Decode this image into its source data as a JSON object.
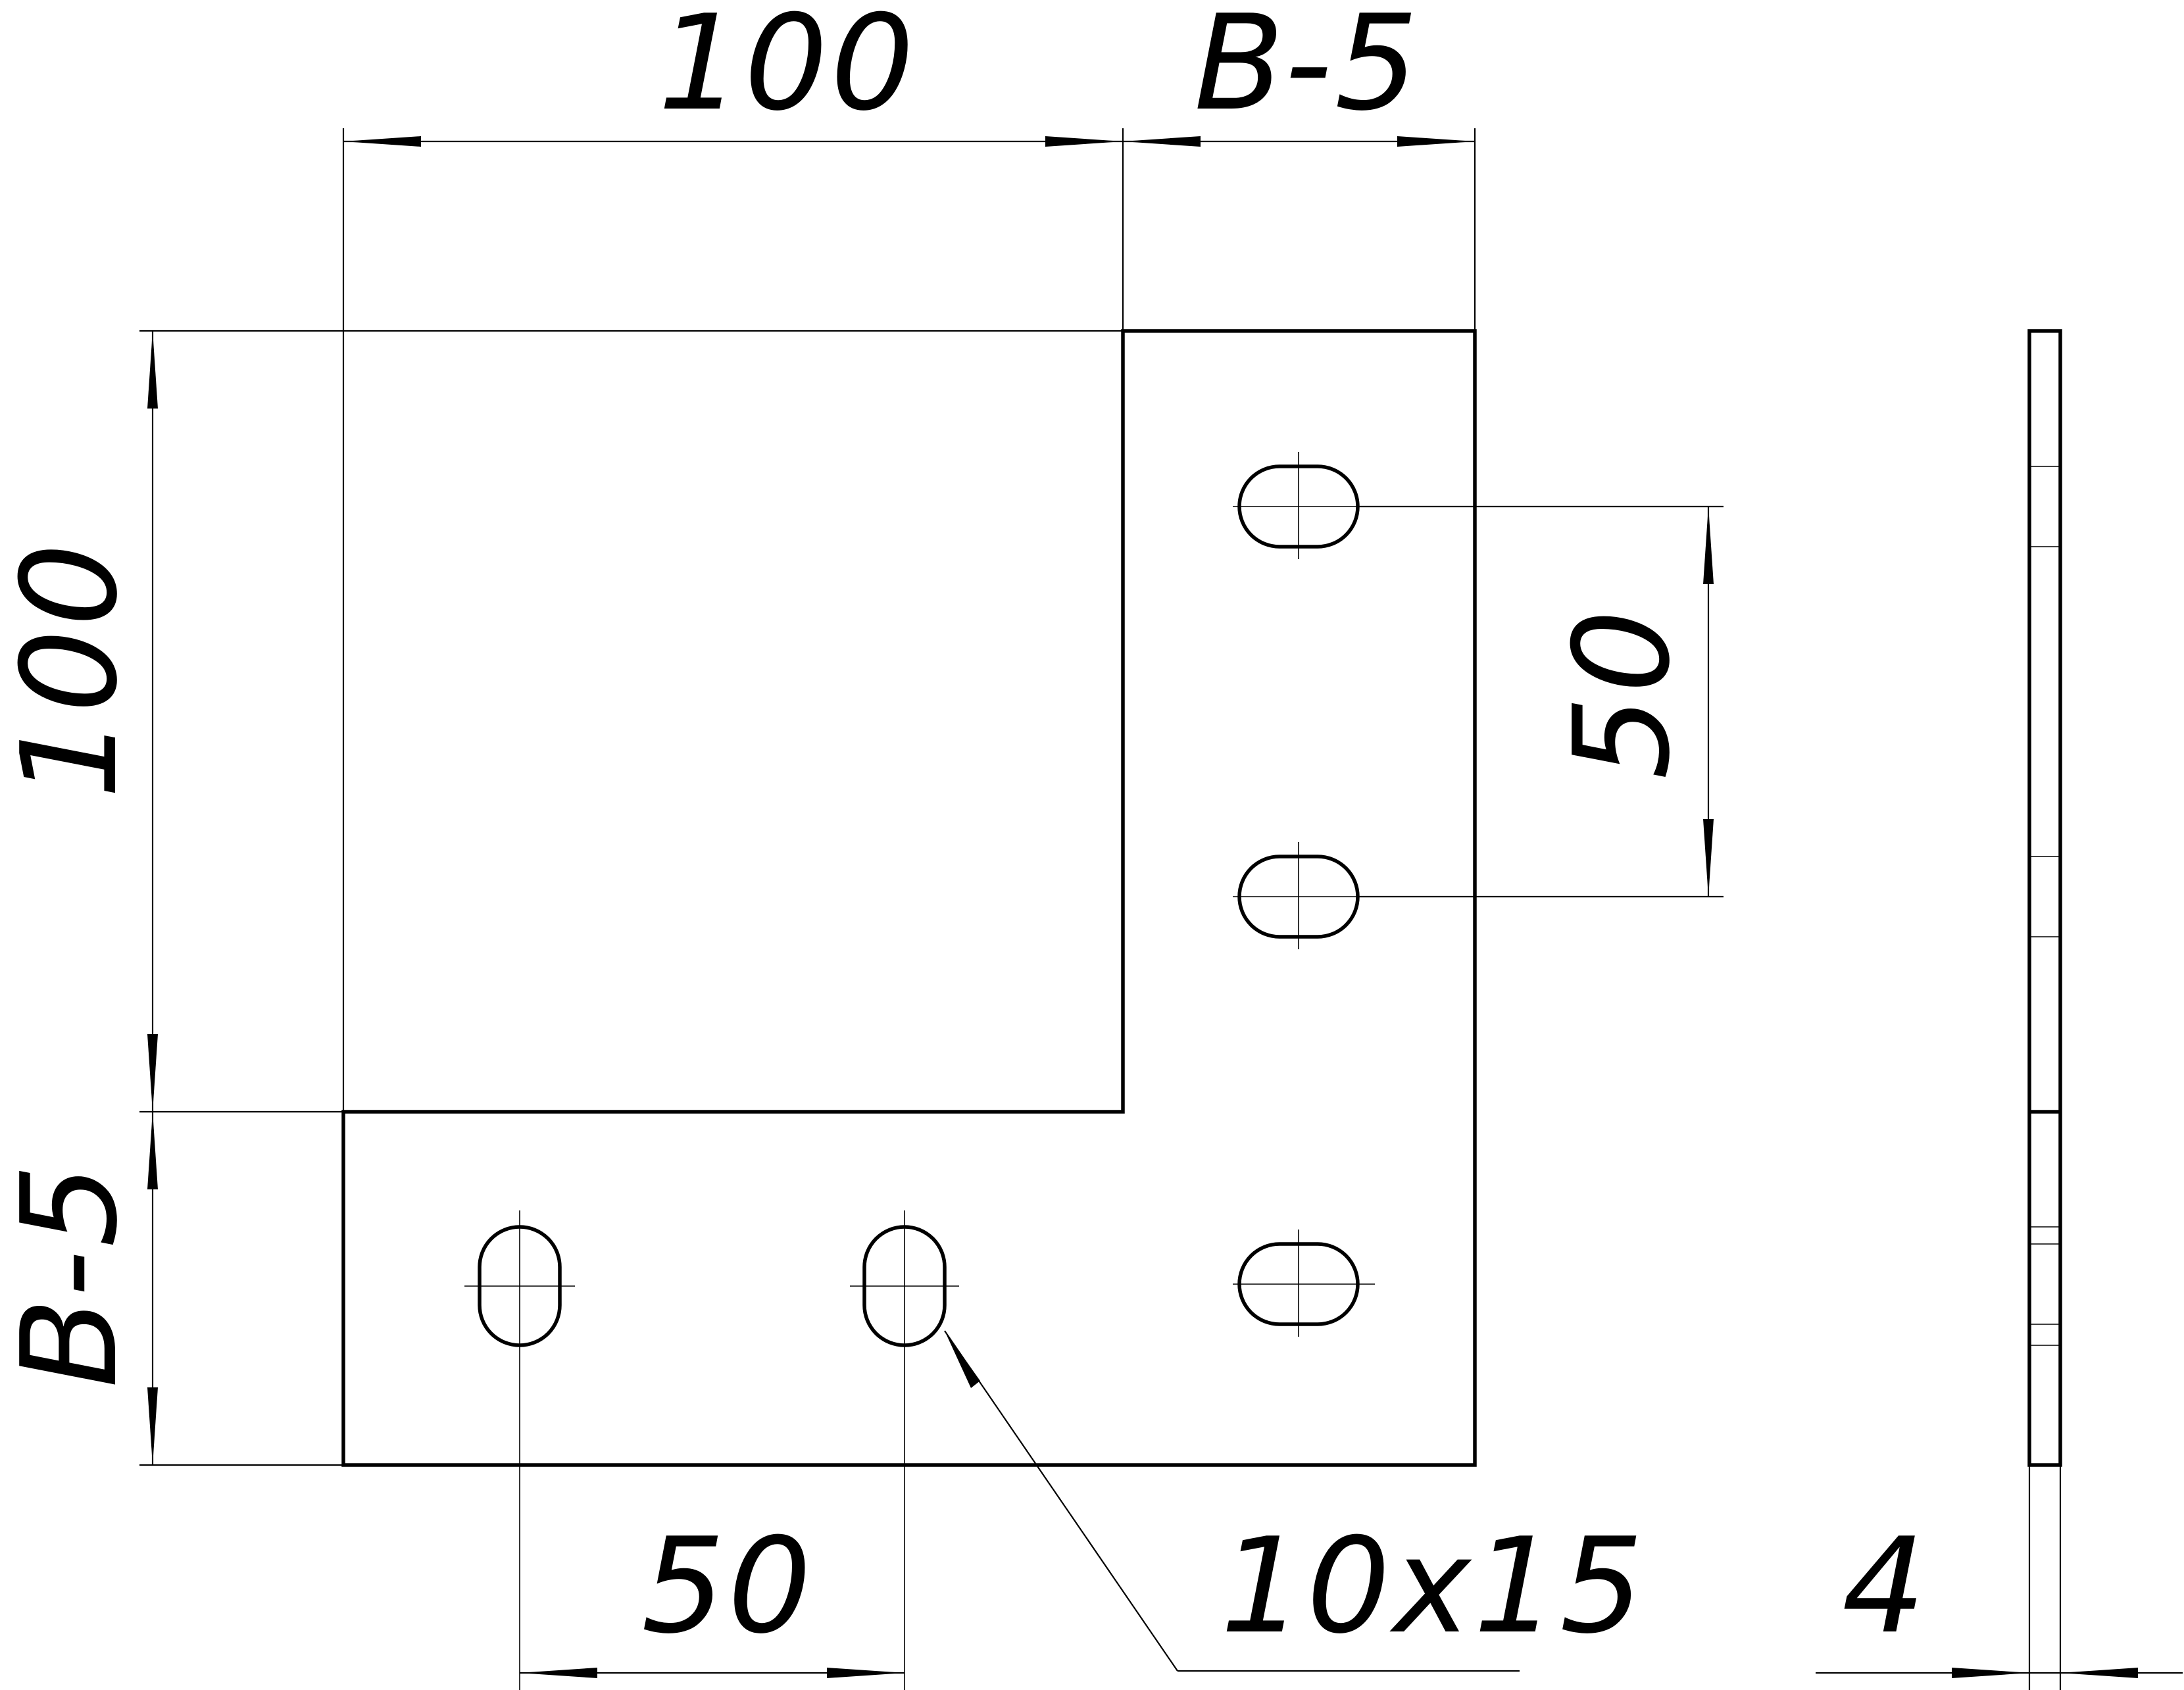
{
  "drawing": {
    "dim_top_left": "100",
    "dim_top_right": "B-5",
    "dim_left_upper": "100",
    "dim_left_lower": "B-5",
    "dim_right_vertical": "50",
    "dim_bottom_pitch": "50",
    "slot_callout": "10x15",
    "thickness": "4"
  }
}
